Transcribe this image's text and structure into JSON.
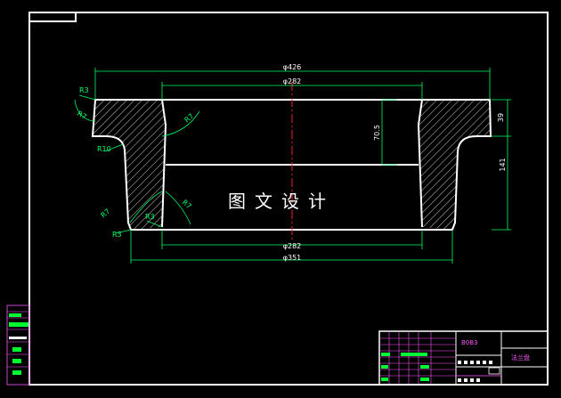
{
  "drawing": {
    "dimensions": {
      "d426": "φ426",
      "d282_top": "φ282",
      "d282_bottom": "φ282",
      "d351": "φ351",
      "h39": "39",
      "h141": "141",
      "h70_5": "70.5"
    },
    "radii": {
      "r3_top": "R3",
      "r7_left": "R7",
      "r7_center": "R7",
      "r10": "R10",
      "r7_lower_left": "R7",
      "r3_lower": "R3",
      "r7_lower_right": "R7",
      "r3_bottom": "R3"
    },
    "watermark": "图文设计"
  },
  "title_block": {
    "material": "B0B3",
    "part_name": "法兰盘"
  },
  "colors": {
    "background": "#000000",
    "border": "#ffffff",
    "dimension": "#00ff66",
    "centerline": "#ff2020",
    "table": "#ff55ff"
  }
}
